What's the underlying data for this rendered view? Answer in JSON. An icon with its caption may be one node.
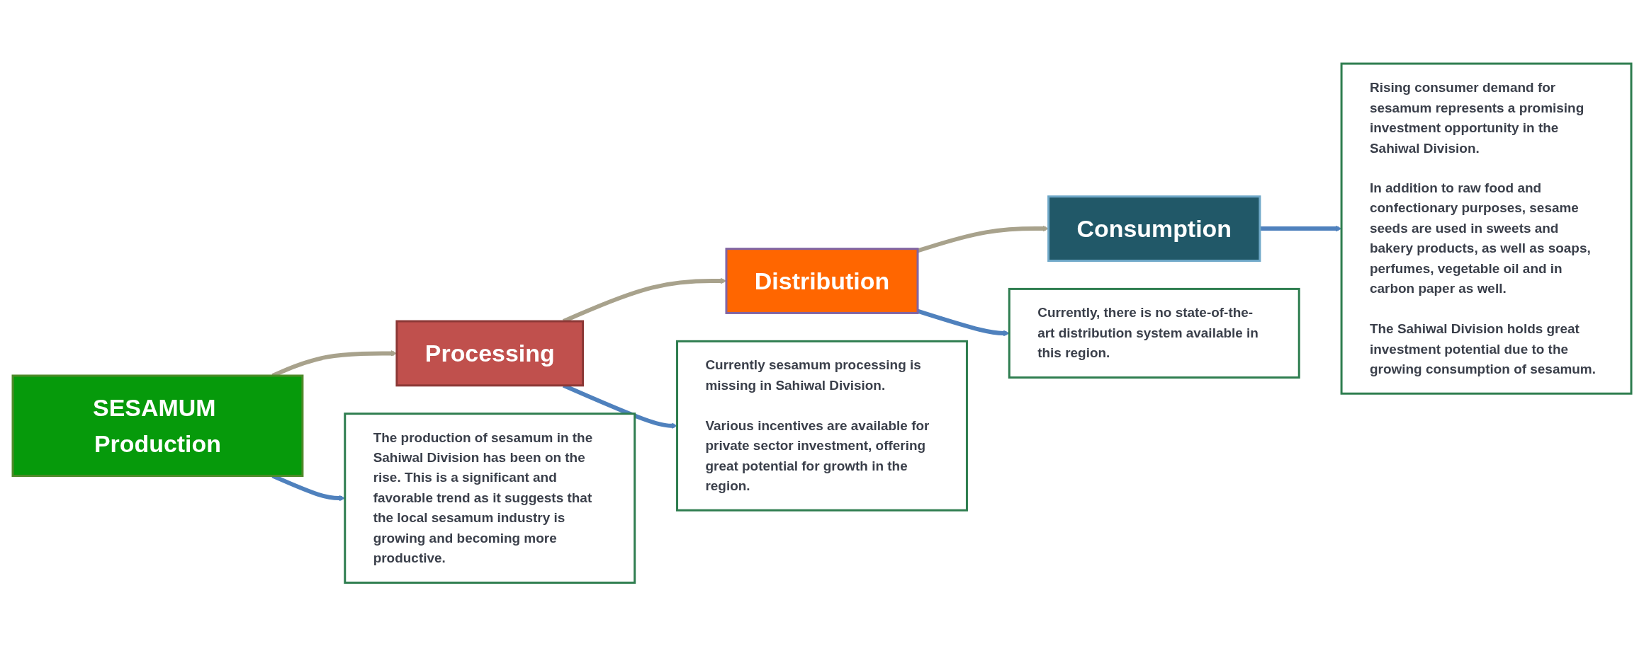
{
  "diagram": {
    "nodes": [
      {
        "text": [
          "SESAMUM Production"
        ]
      },
      {
        "text": [
          "Processing"
        ]
      },
      {
        "text": [
          "Distribution"
        ]
      },
      {
        "text": [
          "Consumption"
        ]
      },
      {
        "text": [
          "The production of sesamum in the Sahiwal Division has been on the rise. This is a significant and favorable trend as it suggests that the local sesamum industry is growing and becoming more productive."
        ]
      },
      {
        "text": [
          "Currently sesamum processing is missing in Sahiwal Division.",
          "Various incentives are available for private sector investment, offering great potential for growth in the region."
        ]
      },
      {
        "text": [
          "Currently, there is no state-of-the-art distribution system available in this region."
        ]
      },
      {
        "text": [
          "Rising consumer demand for sesamum represents a promising investment opportunity in the Sahiwal Division.",
          "In addition to raw food and confectionary purposes, sesame seeds are used in sweets and bakery products, as well as soaps, perfumes, vegetable oil and in carbon paper as well.",
          "The Sahiwal Division holds great investment potential due to the growing consumption of sesamum."
        ]
      }
    ],
    "edges": [
      {
        "from": 0,
        "to": 1,
        "arrow": "to",
        "color": "#a8a28c"
      },
      {
        "from": 1,
        "to": 2,
        "arrow": "to",
        "color": "#a8a28c"
      },
      {
        "from": 2,
        "to": 3,
        "arrow": "to",
        "color": "#a8a28c"
      },
      {
        "from": 0,
        "to": 4,
        "arrow": "to"
      },
      {
        "from": 1,
        "to": 5,
        "arrow": "to"
      },
      {
        "from": 2,
        "to": 6,
        "arrow": "to"
      },
      {
        "from": 3,
        "to": 7,
        "arrow": "to"
      }
    ]
  }
}
